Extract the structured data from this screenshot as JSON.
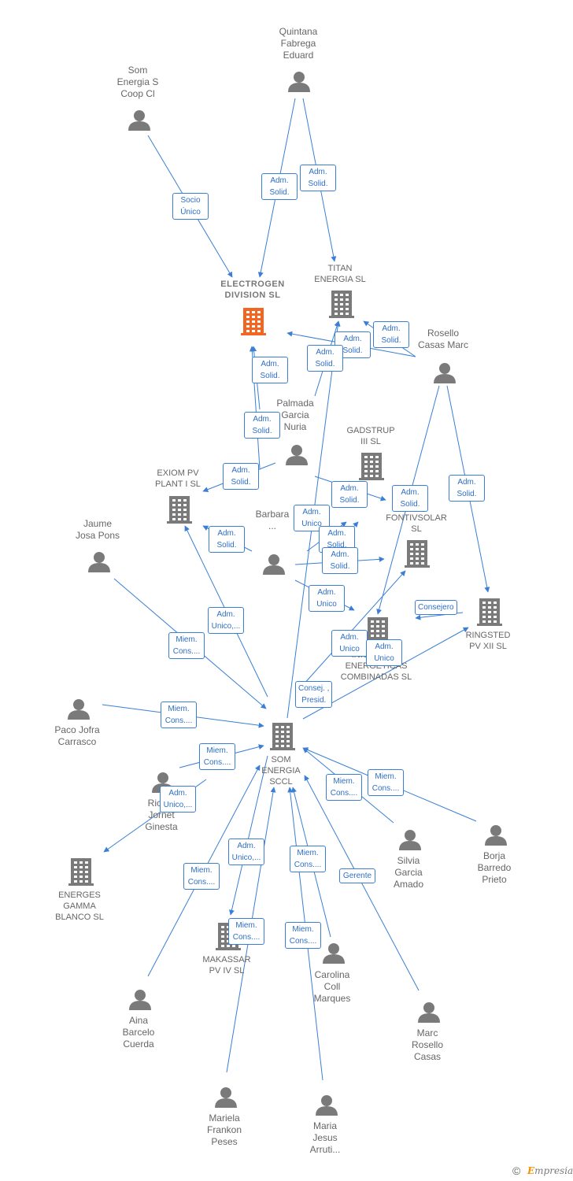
{
  "colors": {
    "edge": "#3a7fd5",
    "person": "#7a7a7a",
    "company": "#7a7a7a",
    "focus": "#f26522",
    "text": "#666666"
  },
  "nodes": [
    {
      "id": "quintana",
      "kind": "person",
      "label": "Quintana\nFabrega\nEduard"
    },
    {
      "id": "som_s",
      "kind": "person",
      "label": "Som\nEnergia S\nCoop Cl"
    },
    {
      "id": "electrogen",
      "kind": "focus",
      "label": "ELECTROGEN\nDIVISION  SL"
    },
    {
      "id": "titan",
      "kind": "company",
      "label": "TITAN\nENERGIA SL"
    },
    {
      "id": "rosello_m",
      "kind": "person",
      "label": "Rosello\nCasas Marc"
    },
    {
      "id": "palmada",
      "kind": "person",
      "label": "Palmada\nGarcia\nNuria"
    },
    {
      "id": "gadstrup",
      "kind": "company",
      "label": "GADSTRUP\nIII SL"
    },
    {
      "id": "exiom",
      "kind": "company",
      "label": "EXIOM PV\nPLANT I  SL"
    },
    {
      "id": "fontivsolar",
      "kind": "company",
      "label": "FONTIVSOLAR\nSL"
    },
    {
      "id": "barbara",
      "kind": "person",
      "label": "Barbara\n..."
    },
    {
      "id": "jaume",
      "kind": "person",
      "label": "Jaume\nJosa Pons"
    },
    {
      "id": "ringsted",
      "kind": "company",
      "label": "RINGSTED\nPV XII SL"
    },
    {
      "id": "iniciativas",
      "kind": "company",
      "label": "INICIATIVAS\nENERGETICAS\nCOMBINADAS SL"
    },
    {
      "id": "paco",
      "kind": "person",
      "label": "Paco Jofra\nCarrasco"
    },
    {
      "id": "somsccl",
      "kind": "company",
      "label": "SOM\nENERGIA\nSCCL"
    },
    {
      "id": "ricard",
      "kind": "person",
      "label": "Ricard\nJornet\nGinesta"
    },
    {
      "id": "energes",
      "kind": "company",
      "label": "ENERGES\nGAMMA\nBLANCO SL"
    },
    {
      "id": "silvia",
      "kind": "person",
      "label": "Silvia\nGarcia\nAmado"
    },
    {
      "id": "borja",
      "kind": "person",
      "label": "Borja\nBarredo\nPrieto"
    },
    {
      "id": "makassar",
      "kind": "company",
      "label": "MAKASSAR\nPV IV SL"
    },
    {
      "id": "carolina",
      "kind": "person",
      "label": "Carolina\nColl\nMarques"
    },
    {
      "id": "aina",
      "kind": "person",
      "label": "Aina\nBarcelo\nCuerda"
    },
    {
      "id": "marc_r",
      "kind": "person",
      "label": "Marc\nRosello\nCasas"
    },
    {
      "id": "mariela",
      "kind": "person",
      "label": "Mariela\nFrankon\nPeses"
    },
    {
      "id": "maria",
      "kind": "person",
      "label": "Maria\nJesus\nArruti..."
    }
  ],
  "edges": [
    {
      "label": "Socio\nÚnico"
    },
    {
      "label": "Adm.\nSolid."
    },
    {
      "label": "Adm.\nSolid."
    },
    {
      "label": "Adm.\nSolid."
    },
    {
      "label": "Adm.\nSolid."
    },
    {
      "label": "Adm.\nSolid."
    },
    {
      "label": "Adm.\nSolid."
    },
    {
      "label": "Adm.\nSolid."
    },
    {
      "label": "Adm.\nSolid."
    },
    {
      "label": "Adm.\nSolid."
    },
    {
      "label": "Adm.\nSolid."
    },
    {
      "label": "Adm.\nSolid."
    },
    {
      "label": "Adm.\nSolid."
    },
    {
      "label": "Adm.\nUnico"
    },
    {
      "label": "Adm.\nSolid."
    },
    {
      "label": "Adm.\nSolid."
    },
    {
      "label": "Adm.\nUnico"
    },
    {
      "label": "Consejero"
    },
    {
      "label": "Adm.\nUnico,..."
    },
    {
      "label": "Miem.\nCons...."
    },
    {
      "label": "Adm.\nUnico"
    },
    {
      "label": "Adm.\nUnico"
    },
    {
      "label": "Consej. ,\nPresid."
    },
    {
      "label": "Miem.\nCons...."
    },
    {
      "label": "Miem.\nCons...."
    },
    {
      "label": "Adm.\nUnico,..."
    },
    {
      "label": "Miem.\nCons...."
    },
    {
      "label": "Miem.\nCons...."
    },
    {
      "label": "Adm.\nUnico,..."
    },
    {
      "label": "Miem.\nCons...."
    },
    {
      "label": "Miem.\nCons...."
    },
    {
      "label": "Miem.\nCons...."
    },
    {
      "label": "Gerente"
    },
    {
      "label": "Miem.\nCons...."
    }
  ],
  "footer": {
    "copyright": "©",
    "brand_e": "E",
    "brand_rest": "mpresia"
  }
}
